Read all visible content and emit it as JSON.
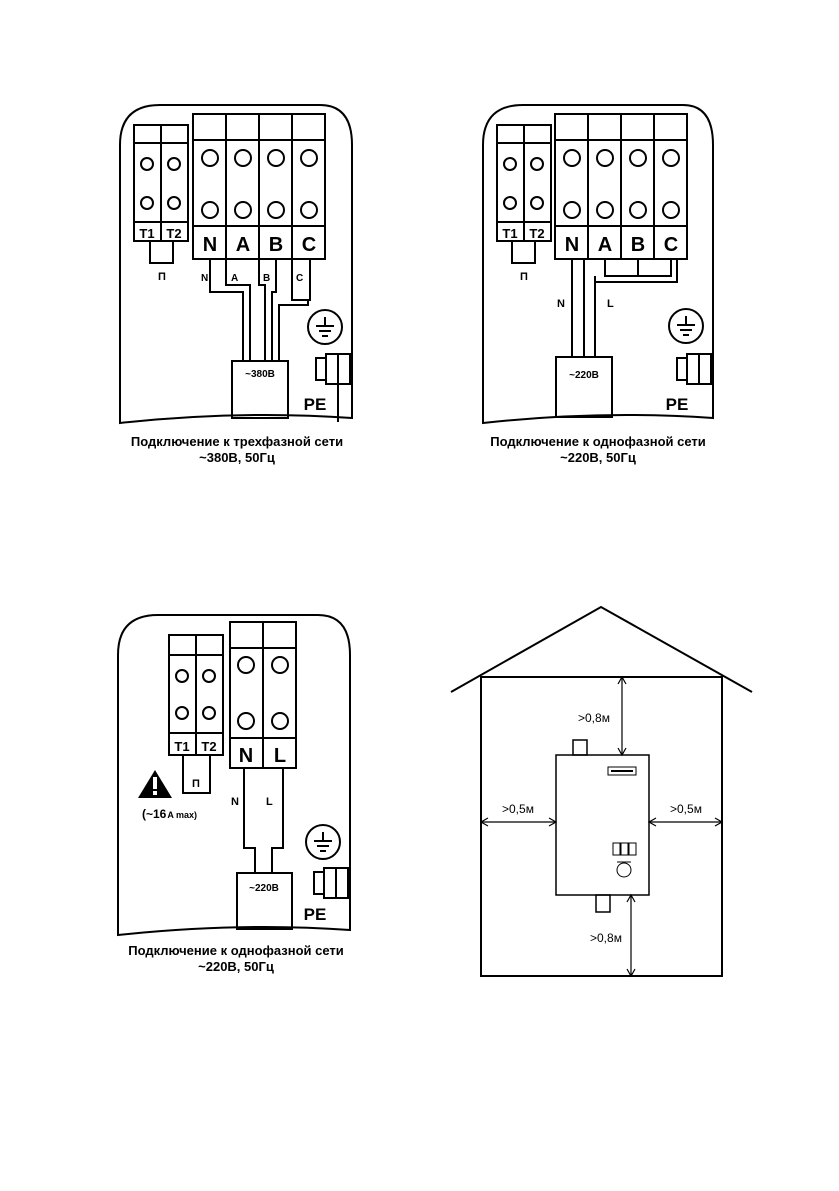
{
  "diagram1": {
    "terminals_left": [
      "T1",
      "T2"
    ],
    "bridge_label": "П",
    "terminals_main": [
      "N",
      "A",
      "B",
      "C"
    ],
    "wire_labels": [
      "N",
      "A",
      "B",
      "C"
    ],
    "supply_label": "~380В",
    "pe_label": "PE",
    "caption_line1": "Подключение к трехфазной сети",
    "caption_line2": "~380В, 50Гц"
  },
  "diagram2": {
    "terminals_left": [
      "T1",
      "T2"
    ],
    "bridge_label": "П",
    "terminals_main": [
      "N",
      "A",
      "B",
      "C"
    ],
    "wire_labels": [
      "N",
      "L"
    ],
    "supply_label": "~220В",
    "pe_label": "PE",
    "caption_line1": "Подключение к однофазной сети",
    "caption_line2": "~220В, 50Гц"
  },
  "diagram3": {
    "terminals_left": [
      "T1",
      "T2"
    ],
    "bridge_label": "П",
    "terminals_main": [
      "N",
      "L"
    ],
    "wire_labels": [
      "N",
      "L"
    ],
    "warning_prefix": "(~16",
    "warning_unit": "A max)",
    "supply_label": "~220В",
    "pe_label": "PE",
    "caption_line1": "Подключение к однофазной сети",
    "caption_line2": "~220В, 50Гц"
  },
  "installation": {
    "top_clearance": ">0,8м",
    "left_clearance": ">0,5м",
    "right_clearance": ">0,5м",
    "bottom_clearance": ">0,8м"
  },
  "icons": [
    "ground-icon",
    "cable-gland-icon",
    "warning-icon",
    "house-outline",
    "boiler-unit"
  ]
}
